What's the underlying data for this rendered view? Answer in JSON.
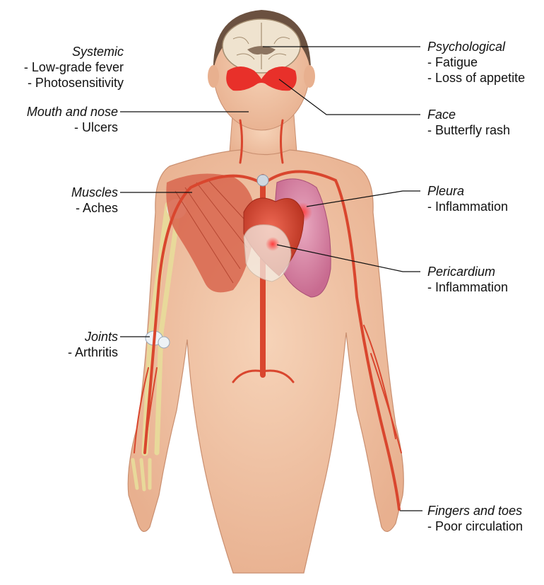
{
  "labels": {
    "systemic": {
      "title": "Systemic",
      "lines": [
        "- Low-grade fever",
        "- Photosensitivity"
      ]
    },
    "mouth": {
      "title": "Mouth and nose",
      "lines": [
        "- Ulcers"
      ]
    },
    "muscles": {
      "title": "Muscles",
      "lines": [
        "- Aches"
      ]
    },
    "joints": {
      "title": "Joints",
      "lines": [
        "- Arthritis"
      ]
    },
    "psychological": {
      "title": "Psychological",
      "lines": [
        "- Fatigue",
        "- Loss of appetite"
      ]
    },
    "face": {
      "title": "Face",
      "lines": [
        "- Butterfly rash"
      ]
    },
    "pleura": {
      "title": "Pleura",
      "lines": [
        "- Inflammation"
      ]
    },
    "pericardium": {
      "title": "Pericardium",
      "lines": [
        "- Inflammation"
      ]
    },
    "fingers": {
      "title": "Fingers and toes",
      "lines": [
        "- Poor circulation"
      ]
    }
  },
  "colors": {
    "skin": "#f1c3a4",
    "skin_shadow": "#e2a887",
    "artery": "#d9462e",
    "muscle": "#d96a52",
    "lung": "#d98aa8",
    "rash": "#e8302a",
    "bone": "#e8d99a",
    "hair": "#6b5140",
    "brain": "#efe3cf"
  }
}
